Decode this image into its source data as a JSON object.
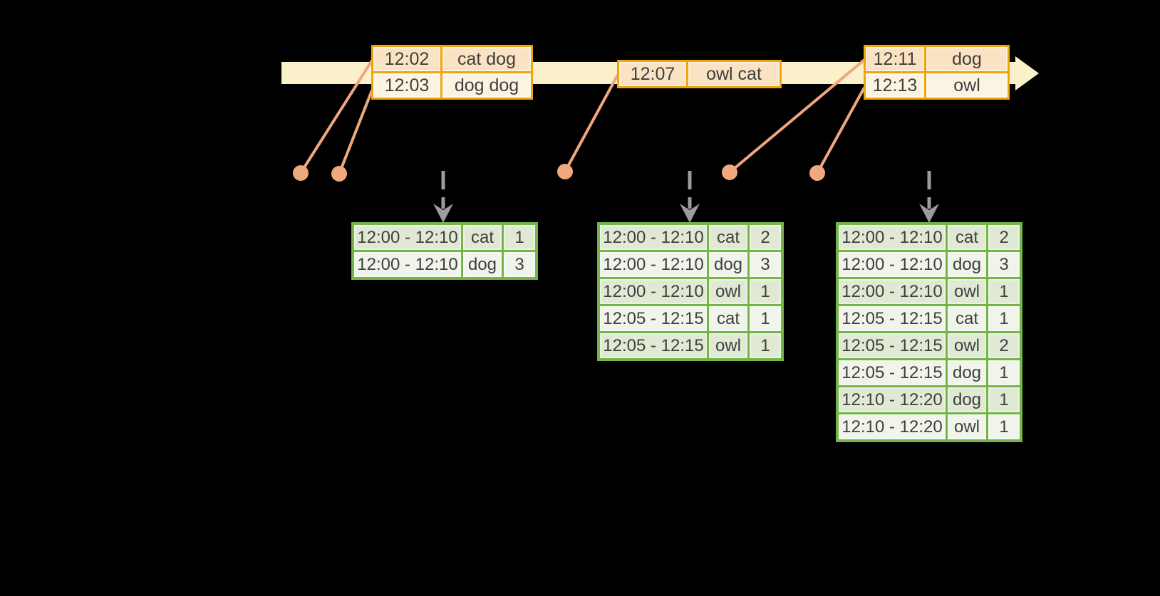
{
  "event_boxes": [
    {
      "rows": [
        [
          "12:02",
          "cat dog"
        ],
        [
          "12:03",
          "dog dog"
        ]
      ]
    },
    {
      "rows": [
        [
          "12:07",
          "owl cat"
        ]
      ]
    },
    {
      "rows": [
        [
          "12:11",
          "dog"
        ],
        [
          "12:13",
          "owl"
        ]
      ]
    }
  ],
  "result_tables": [
    {
      "rows": [
        [
          "12:00 - 12:10",
          "cat",
          "1"
        ],
        [
          "12:00 - 12:10",
          "dog",
          "3"
        ]
      ]
    },
    {
      "rows": [
        [
          "12:00 - 12:10",
          "cat",
          "2"
        ],
        [
          "12:00 - 12:10",
          "dog",
          "3"
        ],
        [
          "12:00 - 12:10",
          "owl",
          "1"
        ],
        [
          "12:05 - 12:15",
          "cat",
          "1"
        ],
        [
          "12:05 - 12:15",
          "owl",
          "1"
        ]
      ]
    },
    {
      "rows": [
        [
          "12:00 - 12:10",
          "cat",
          "2"
        ],
        [
          "12:00 - 12:10",
          "dog",
          "3"
        ],
        [
          "12:00 - 12:10",
          "owl",
          "1"
        ],
        [
          "12:05 - 12:15",
          "cat",
          "1"
        ],
        [
          "12:05 - 12:15",
          "owl",
          "2"
        ],
        [
          "12:05 - 12:15",
          "dog",
          "1"
        ],
        [
          "12:10 - 12:20",
          "dog",
          "1"
        ],
        [
          "12:10 - 12:20",
          "owl",
          "1"
        ]
      ]
    }
  ],
  "colors": {
    "background": "#000000",
    "timeline_band": "#FAF1CB",
    "event_box_border": "#F0A40E",
    "event_fill_dark": "#FAE3C3",
    "event_fill_light": "#FCF4E3",
    "connector_line": "#EFA77E",
    "connector_dot": "#F0A97C",
    "dashed_arrow": "#9C9C9C",
    "result_table_border": "#73B547",
    "row_fill_dark": "#DFE9D3",
    "row_fill_light": "#F0F4EA",
    "text": "#3F3F3F"
  }
}
